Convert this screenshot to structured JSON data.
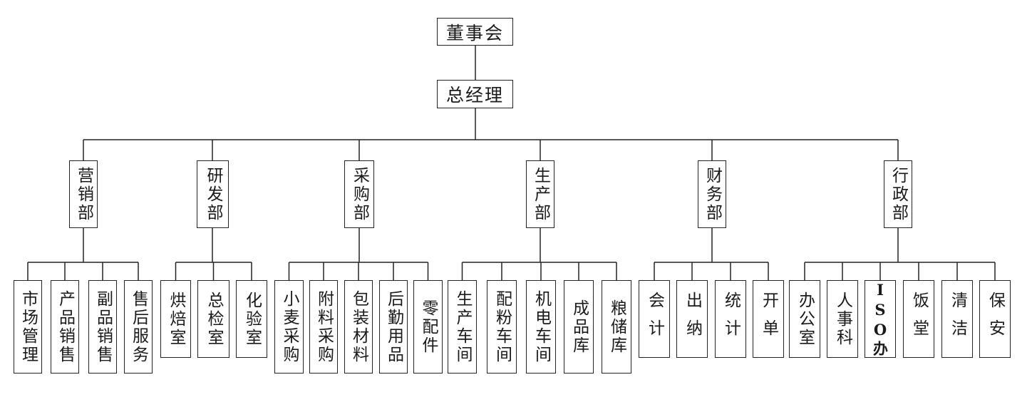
{
  "top": [
    {
      "label": "董事会"
    },
    {
      "label": "总经理"
    }
  ],
  "departments": [
    {
      "label": "营销部",
      "units": [
        {
          "label": "市场管理"
        },
        {
          "label": "产品销售"
        },
        {
          "label": "副品销售"
        },
        {
          "label": "售后服务"
        }
      ]
    },
    {
      "label": "研发部",
      "units": [
        {
          "label": "烘焙室"
        },
        {
          "label": "总检室"
        },
        {
          "label": "化验室"
        }
      ]
    },
    {
      "label": "采购部",
      "units": [
        {
          "label": "小麦采购"
        },
        {
          "label": "附料采购"
        },
        {
          "label": "包装材料"
        },
        {
          "label": "后勤用品"
        },
        {
          "label": "零配件"
        }
      ]
    },
    {
      "label": "生产部",
      "units": [
        {
          "label": "生产车间"
        },
        {
          "label": "配粉车间"
        },
        {
          "label": "机电车间"
        },
        {
          "label": "成品库"
        },
        {
          "label": "粮储库"
        }
      ]
    },
    {
      "label": "财务部",
      "units": [
        {
          "label": "会计"
        },
        {
          "label": "出纳"
        },
        {
          "label": "统计"
        },
        {
          "label": "开单"
        }
      ]
    },
    {
      "label": "行政部",
      "units": [
        {
          "label": "办公室"
        },
        {
          "label": "人事科"
        },
        {
          "label": "ISO办"
        },
        {
          "label": "饭堂"
        },
        {
          "label": "清洁"
        },
        {
          "label": "保安"
        }
      ]
    }
  ]
}
